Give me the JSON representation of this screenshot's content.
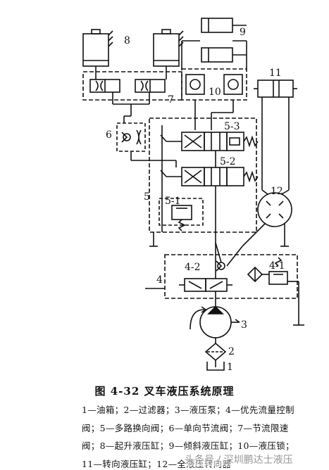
{
  "component_numbers": {
    "n1": "1",
    "n2": "2",
    "n3": "3",
    "n4": "4",
    "n4_1": "4-1",
    "n4_2": "4-2",
    "n5": "5",
    "n5_1": "5-1",
    "n5_2": "5-2",
    "n5_3": "5-3",
    "n6": "6",
    "n7": "7",
    "n8": "8",
    "n9": "9",
    "n10": "10",
    "n11": "11",
    "n12": "12"
  },
  "caption": "图 4-32   叉车液压系统原理",
  "legend_lines": [
    "1—油箱；2—过滤器；3—液压泵；4—优先流量控制",
    "阀；5—多路换向阀；6—单向节流阀；7—节流限速",
    "阀；8—起升液压缸；9—倾斜液压缸；10—液压锁；",
    "11—转向液压缸；12—全液压转向器"
  ],
  "watermark": "头条号 / 深圳鹏达士液压"
}
